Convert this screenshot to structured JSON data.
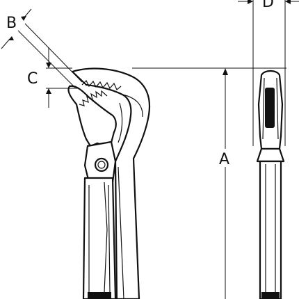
{
  "diagram": {
    "labels": {
      "b": "B",
      "c": "C",
      "a": "A",
      "d": "D"
    }
  }
}
